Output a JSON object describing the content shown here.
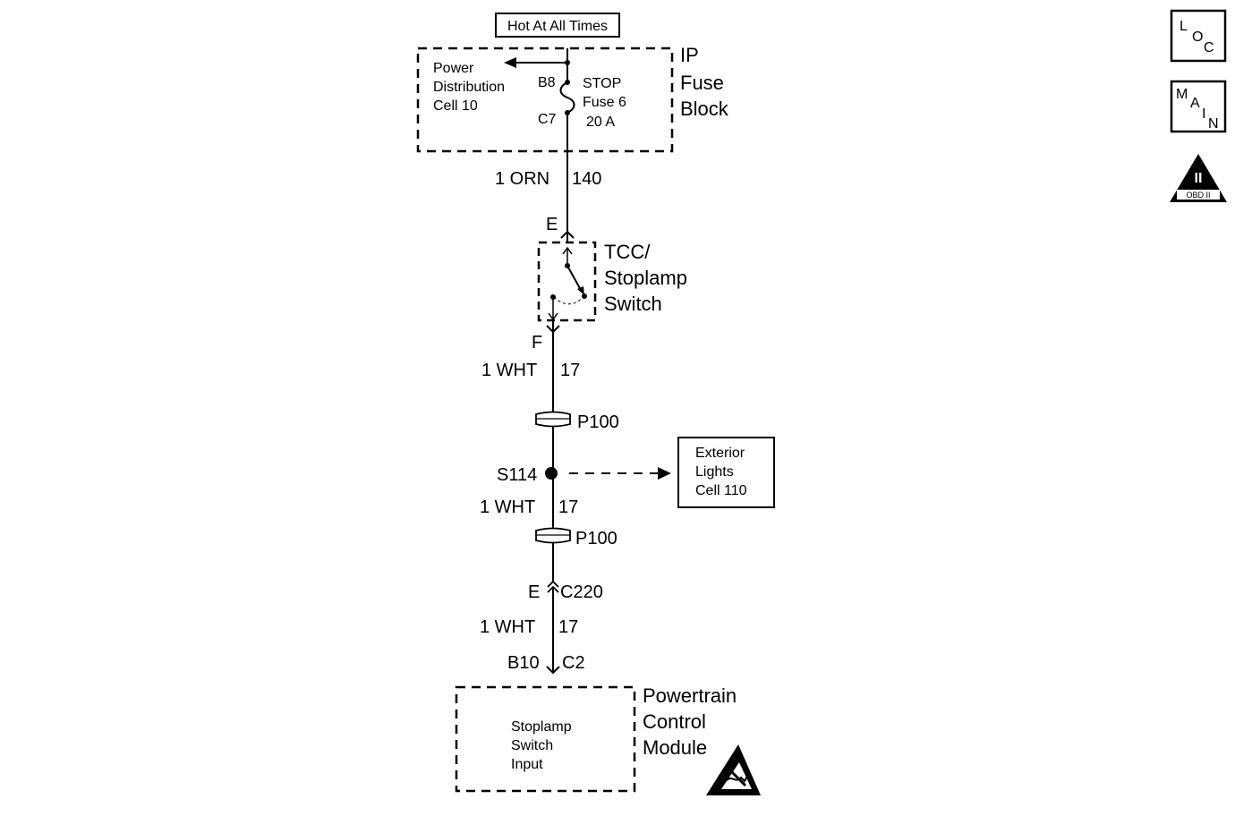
{
  "hot_label": "Hot At All Times",
  "fuse_block": {
    "name_lines": [
      "IP",
      "Fuse",
      "Block"
    ],
    "pdc_lines": [
      "Power",
      "Distribution",
      "Cell 10"
    ],
    "pin_top": "B8",
    "pin_bottom": "C7",
    "fuse_lines": [
      "STOP",
      "Fuse 6",
      "20 A"
    ]
  },
  "wires": {
    "w1": {
      "left": "1 ORN",
      "right": "140"
    },
    "w2": {
      "left": "1 WHT",
      "right": "17"
    },
    "w3": {
      "left": "1 WHT",
      "right": "17"
    },
    "w4": {
      "left": "1 WHT",
      "right": "17"
    }
  },
  "switch": {
    "name_lines": [
      "TCC/",
      "Stoplamp",
      "Switch"
    ],
    "pin_in": "E",
    "pin_out": "F"
  },
  "pass_through_1": "P100",
  "pass_through_2": "P100",
  "splice": "S114",
  "exterior_lights_lines": [
    "Exterior",
    "Lights",
    "Cell 110"
  ],
  "connector": {
    "left": "E",
    "right": "C220"
  },
  "pcm_pins": {
    "left": "B10",
    "right": "C2"
  },
  "pcm": {
    "name_lines": [
      "Powertrain",
      "Control",
      "Module"
    ],
    "inner_lines": [
      "Stoplamp",
      "Switch",
      "Input"
    ]
  },
  "side_icons": {
    "loc": [
      "L",
      "O",
      "C"
    ],
    "main": [
      "M",
      "A",
      "I",
      "N"
    ],
    "obd": {
      "numeral": "II",
      "label": "OBD II"
    }
  }
}
